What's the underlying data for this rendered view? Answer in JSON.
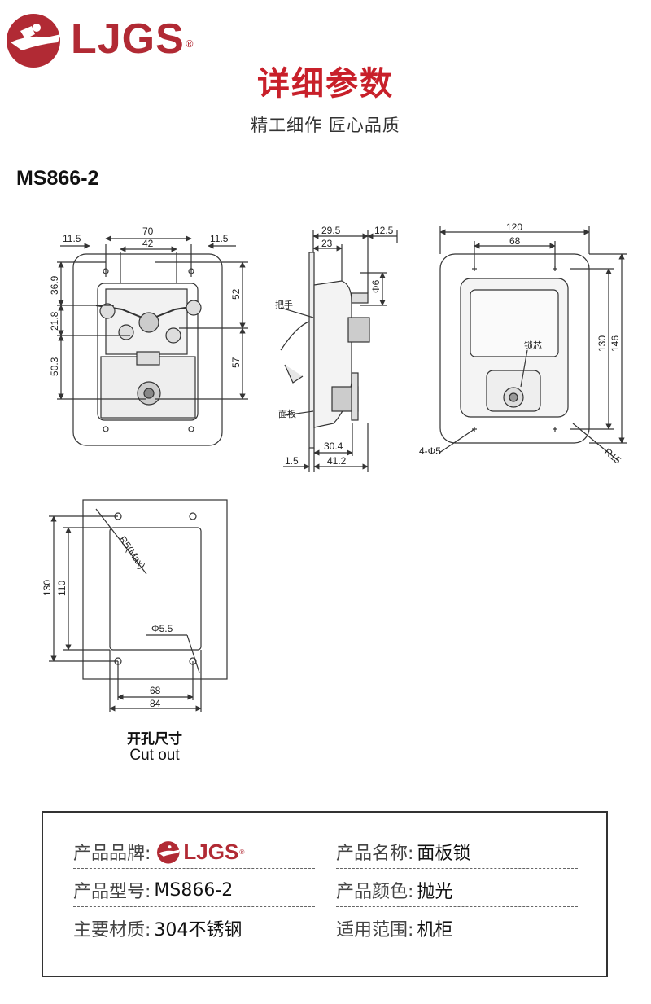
{
  "brand": {
    "name": "LJGS",
    "registered": "®"
  },
  "header": {
    "title": "详细参数",
    "subtitle": "精工细作 匠心品质"
  },
  "model_heading": "MS866-2",
  "drawings": {
    "front": {
      "d70": "70",
      "d42": "42",
      "d11_5_left": "11.5",
      "d11_5_right": "11.5",
      "d36_9": "36.9",
      "d21_8": "21.8",
      "d50_3": "50.3",
      "d52": "52",
      "d57": "57"
    },
    "side": {
      "d29_5": "29.5",
      "d12_5": "12.5",
      "d23": "23",
      "d6": "Φ6",
      "handle": "把手",
      "panel": "面板",
      "d30_4": "30.4",
      "d1_5": "1.5",
      "d41_2": "41.2"
    },
    "back": {
      "d120": "120",
      "d68": "68",
      "d130": "130",
      "d146": "146",
      "core": "锁芯",
      "holes": "4-Φ5",
      "r15": "R15"
    },
    "cutout": {
      "d130": "130",
      "d110": "110",
      "r5": "R5(Max)",
      "d5_5": "Φ5.5",
      "d68": "68",
      "d84": "84",
      "caption_cn": "开孔尺寸",
      "caption_en": "Cut out"
    }
  },
  "specs": [
    {
      "key": "产品品牌:",
      "value": ""
    },
    {
      "key": "产品名称:",
      "value": "面板锁"
    },
    {
      "key": "产品型号:",
      "value": "MS866-2"
    },
    {
      "key": "产品颜色:",
      "value": "抛光"
    },
    {
      "key": "主要材质:",
      "value": "304不锈钢"
    },
    {
      "key": "适用范围:",
      "value": "机柜"
    }
  ],
  "colors": {
    "brand": "#b12a34",
    "title": "#c8202a"
  }
}
